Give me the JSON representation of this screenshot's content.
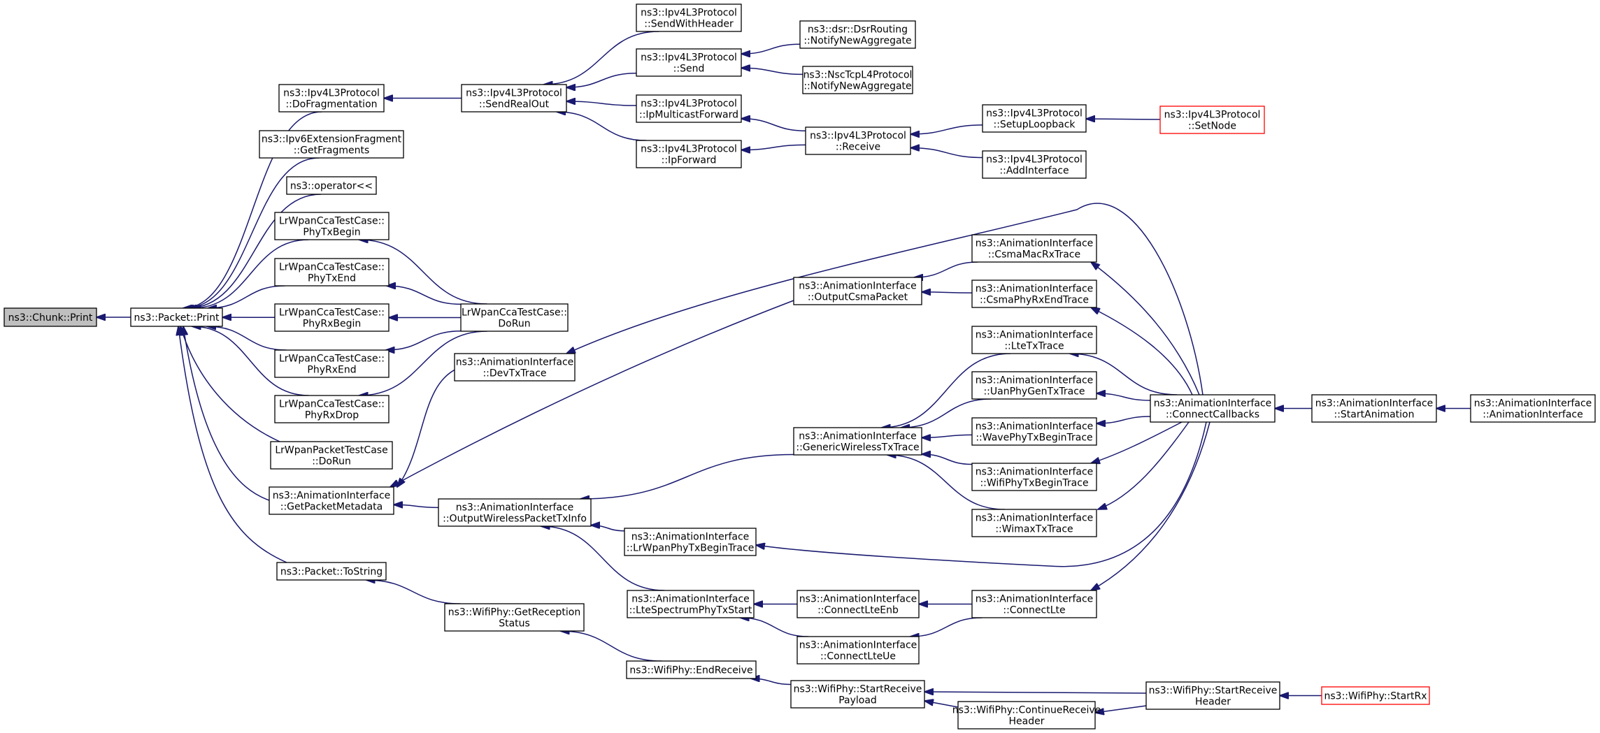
{
  "colors": {
    "edge": "#191970",
    "node_border": "#000000",
    "root_fill": "#bfbfbf",
    "truncated_border": "#ff0000",
    "background": "#ffffff"
  },
  "nodes": [
    {
      "id": "chunk_print",
      "lines": [
        "ns3::Chunk::Print"
      ],
      "kind": "root"
    },
    {
      "id": "packet_print",
      "lines": [
        "ns3::Packet::Print"
      ]
    },
    {
      "id": "ipv4_dofrag",
      "lines": [
        "ns3::Ipv4L3Protocol",
        "::DoFragmentation"
      ]
    },
    {
      "id": "ipv6_getfrag",
      "lines": [
        "ns3::Ipv6ExtensionFragment",
        "::GetFragments"
      ]
    },
    {
      "id": "op_shift",
      "lines": [
        "ns3::operator<<"
      ]
    },
    {
      "id": "lrcca_phytxbegin",
      "lines": [
        "LrWpanCcaTestCase::",
        "PhyTxBegin"
      ]
    },
    {
      "id": "lrcca_phytxend",
      "lines": [
        "LrWpanCcaTestCase::",
        "PhyTxEnd"
      ]
    },
    {
      "id": "lrcca_phyrxbegin",
      "lines": [
        "LrWpanCcaTestCase::",
        "PhyRxBegin"
      ]
    },
    {
      "id": "lrcca_phyrxend",
      "lines": [
        "LrWpanCcaTestCase::",
        "PhyRxEnd"
      ]
    },
    {
      "id": "lrcca_phyrxdrop",
      "lines": [
        "LrWpanCcaTestCase::",
        "PhyRxDrop"
      ]
    },
    {
      "id": "lrpkt_dorun",
      "lines": [
        "LrWpanPacketTestCase",
        "::DoRun"
      ]
    },
    {
      "id": "anim_getpktmeta",
      "lines": [
        "ns3::AnimationInterface",
        "::GetPacketMetadata"
      ]
    },
    {
      "id": "packet_tostring",
      "lines": [
        "ns3::Packet::ToString"
      ]
    },
    {
      "id": "ipv4_sendrealout",
      "lines": [
        "ns3::Ipv4L3Protocol",
        "::SendRealOut"
      ]
    },
    {
      "id": "lrcca_dorun",
      "lines": [
        "LrWpanCcaTestCase::",
        "DoRun"
      ]
    },
    {
      "id": "anim_devtxtrace",
      "lines": [
        "ns3::AnimationInterface",
        "::DevTxTrace"
      ]
    },
    {
      "id": "anim_outwirelesstx",
      "lines": [
        "ns3::AnimationInterface",
        "::OutputWirelessPacketTxInfo"
      ]
    },
    {
      "id": "wifi_getrecstatus",
      "lines": [
        "ns3::WifiPhy::GetReception",
        "Status"
      ]
    },
    {
      "id": "ipv4_sendwithheader",
      "lines": [
        "ns3::Ipv4L3Protocol",
        "::SendWithHeader"
      ]
    },
    {
      "id": "ipv4_send",
      "lines": [
        "ns3::Ipv4L3Protocol",
        "::Send"
      ]
    },
    {
      "id": "ipv4_ipmcastfwd",
      "lines": [
        "ns3::Ipv4L3Protocol",
        "::IpMulticastForward"
      ]
    },
    {
      "id": "ipv4_ipforward",
      "lines": [
        "ns3::Ipv4L3Protocol",
        "::IpForward"
      ]
    },
    {
      "id": "anim_lrwpantx",
      "lines": [
        "ns3::AnimationInterface",
        "::LrWpanPhyTxBeginTrace"
      ]
    },
    {
      "id": "anim_ltespectx",
      "lines": [
        "ns3::AnimationInterface",
        "::LteSpectrumPhyTxStart"
      ]
    },
    {
      "id": "wifi_endreceive",
      "lines": [
        "ns3::WifiPhy::EndReceive"
      ]
    },
    {
      "id": "dsr_notifyagg",
      "lines": [
        "ns3::dsr::DsrRouting",
        "::NotifyNewAggregate"
      ]
    },
    {
      "id": "nsc_notifyagg",
      "lines": [
        "ns3::NscTcpL4Protocol",
        "::NotifyNewAggregate"
      ]
    },
    {
      "id": "ipv4_receive",
      "lines": [
        "ns3::Ipv4L3Protocol",
        "::Receive"
      ]
    },
    {
      "id": "anim_outcsma",
      "lines": [
        "ns3::AnimationInterface",
        "::OutputCsmaPacket"
      ]
    },
    {
      "id": "anim_genwirelesstx",
      "lines": [
        "ns3::AnimationInterface",
        "::GenericWirelessTxTrace"
      ]
    },
    {
      "id": "anim_connectlteenb",
      "lines": [
        "ns3::AnimationInterface",
        "::ConnectLteEnb"
      ]
    },
    {
      "id": "anim_connectlteue",
      "lines": [
        "ns3::AnimationInterface",
        "::ConnectLteUe"
      ]
    },
    {
      "id": "wifi_startrecpayload",
      "lines": [
        "ns3::WifiPhy::StartReceive",
        "Payload"
      ]
    },
    {
      "id": "wifi_contrecheader",
      "lines": [
        "ns3::WifiPhy::ContinueReceive",
        "Header"
      ]
    },
    {
      "id": "ipv4_setuploopback",
      "lines": [
        "ns3::Ipv4L3Protocol",
        "::SetupLoopback"
      ]
    },
    {
      "id": "ipv4_addinterface",
      "lines": [
        "ns3::Ipv4L3Protocol",
        "::AddInterface"
      ]
    },
    {
      "id": "anim_csmamacrx",
      "lines": [
        "ns3::AnimationInterface",
        "::CsmaMacRxTrace"
      ]
    },
    {
      "id": "anim_csmaphyrxend",
      "lines": [
        "ns3::AnimationInterface",
        "::CsmaPhyRxEndTrace"
      ]
    },
    {
      "id": "anim_ltetx",
      "lines": [
        "ns3::AnimationInterface",
        "::LteTxTrace"
      ]
    },
    {
      "id": "anim_uanphygentx",
      "lines": [
        "ns3::AnimationInterface",
        "::UanPhyGenTxTrace"
      ]
    },
    {
      "id": "anim_wavephytx",
      "lines": [
        "ns3::AnimationInterface",
        "::WavePhyTxBeginTrace"
      ]
    },
    {
      "id": "anim_wifiphytx",
      "lines": [
        "ns3::AnimationInterface",
        "::WifiPhyTxBeginTrace"
      ]
    },
    {
      "id": "anim_wimaxtx",
      "lines": [
        "ns3::AnimationInterface",
        "::WimaxTxTrace"
      ]
    },
    {
      "id": "anim_connectlte",
      "lines": [
        "ns3::AnimationInterface",
        "::ConnectLte"
      ]
    },
    {
      "id": "wifi_startrecheader",
      "lines": [
        "ns3::WifiPhy::StartReceive",
        "Header"
      ]
    },
    {
      "id": "ipv4_setnode",
      "lines": [
        "ns3::Ipv4L3Protocol",
        "::SetNode"
      ],
      "kind": "truncated"
    },
    {
      "id": "anim_connectcallbacks",
      "lines": [
        "ns3::AnimationInterface",
        "::ConnectCallbacks"
      ]
    },
    {
      "id": "wifi_startrx",
      "lines": [
        "ns3::WifiPhy::StartRx"
      ],
      "kind": "truncated"
    },
    {
      "id": "anim_startanimation",
      "lines": [
        "ns3::AnimationInterface",
        "::StartAnimation"
      ]
    },
    {
      "id": "anim_ctor",
      "lines": [
        "ns3::AnimationInterface",
        "::AnimationInterface"
      ]
    }
  ],
  "edges": [
    [
      "packet_print",
      "chunk_print"
    ],
    [
      "ipv4_dofrag",
      "packet_print"
    ],
    [
      "ipv6_getfrag",
      "packet_print"
    ],
    [
      "op_shift",
      "packet_print"
    ],
    [
      "lrcca_phytxbegin",
      "packet_print"
    ],
    [
      "lrcca_phytxend",
      "packet_print"
    ],
    [
      "lrcca_phyrxbegin",
      "packet_print"
    ],
    [
      "lrcca_phyrxend",
      "packet_print"
    ],
    [
      "lrcca_phyrxdrop",
      "packet_print"
    ],
    [
      "lrpkt_dorun",
      "packet_print"
    ],
    [
      "anim_getpktmeta",
      "packet_print"
    ],
    [
      "packet_tostring",
      "packet_print"
    ],
    [
      "ipv4_sendrealout",
      "ipv4_dofrag"
    ],
    [
      "lrcca_dorun",
      "lrcca_phytxbegin"
    ],
    [
      "lrcca_dorun",
      "lrcca_phytxend"
    ],
    [
      "lrcca_dorun",
      "lrcca_phyrxbegin"
    ],
    [
      "lrcca_dorun",
      "lrcca_phyrxend"
    ],
    [
      "lrcca_dorun",
      "lrcca_phyrxdrop"
    ],
    [
      "anim_devtxtrace",
      "anim_getpktmeta"
    ],
    [
      "anim_outcsma",
      "anim_getpktmeta"
    ],
    [
      "anim_outwirelesstx",
      "anim_getpktmeta"
    ],
    [
      "wifi_getrecstatus",
      "packet_tostring"
    ],
    [
      "ipv4_sendwithheader",
      "ipv4_sendrealout"
    ],
    [
      "ipv4_send",
      "ipv4_sendrealout"
    ],
    [
      "ipv4_ipmcastfwd",
      "ipv4_sendrealout"
    ],
    [
      "ipv4_ipforward",
      "ipv4_sendrealout"
    ],
    [
      "anim_connectcallbacks",
      "anim_devtxtrace"
    ],
    [
      "anim_genwirelesstx",
      "anim_outwirelesstx"
    ],
    [
      "anim_lrwpantx",
      "anim_outwirelesstx"
    ],
    [
      "anim_ltespectx",
      "anim_outwirelesstx"
    ],
    [
      "wifi_endreceive",
      "wifi_getrecstatus"
    ],
    [
      "dsr_notifyagg",
      "ipv4_send"
    ],
    [
      "nsc_notifyagg",
      "ipv4_send"
    ],
    [
      "ipv4_receive",
      "ipv4_ipmcastfwd"
    ],
    [
      "ipv4_receive",
      "ipv4_ipforward"
    ],
    [
      "anim_connectcallbacks",
      "anim_lrwpantx"
    ],
    [
      "anim_connectlteenb",
      "anim_ltespectx"
    ],
    [
      "anim_connectlteue",
      "anim_ltespectx"
    ],
    [
      "wifi_startrecpayload",
      "wifi_endreceive"
    ],
    [
      "ipv4_setuploopback",
      "ipv4_receive"
    ],
    [
      "ipv4_addinterface",
      "ipv4_receive"
    ],
    [
      "anim_csmamacrx",
      "anim_outcsma"
    ],
    [
      "anim_csmaphyrxend",
      "anim_outcsma"
    ],
    [
      "anim_ltetx",
      "anim_genwirelesstx"
    ],
    [
      "anim_uanphygentx",
      "anim_genwirelesstx"
    ],
    [
      "anim_wavephytx",
      "anim_genwirelesstx"
    ],
    [
      "anim_wifiphytx",
      "anim_genwirelesstx"
    ],
    [
      "anim_wimaxtx",
      "anim_genwirelesstx"
    ],
    [
      "anim_connectlte",
      "anim_connectlteenb"
    ],
    [
      "anim_connectlte",
      "anim_connectlteue"
    ],
    [
      "wifi_startrecheader",
      "wifi_startrecpayload"
    ],
    [
      "wifi_contrecheader",
      "wifi_startrecpayload"
    ],
    [
      "ipv4_setnode",
      "ipv4_setuploopback"
    ],
    [
      "anim_connectcallbacks",
      "anim_csmamacrx"
    ],
    [
      "anim_connectcallbacks",
      "anim_csmaphyrxend"
    ],
    [
      "anim_connectcallbacks",
      "anim_ltetx"
    ],
    [
      "anim_connectcallbacks",
      "anim_uanphygentx"
    ],
    [
      "anim_connectcallbacks",
      "anim_wavephytx"
    ],
    [
      "anim_connectcallbacks",
      "anim_wifiphytx"
    ],
    [
      "anim_connectcallbacks",
      "anim_wimaxtx"
    ],
    [
      "anim_connectcallbacks",
      "anim_connectlte"
    ],
    [
      "wifi_startrecheader",
      "wifi_contrecheader"
    ],
    [
      "wifi_startrx",
      "wifi_startrecheader"
    ],
    [
      "anim_startanimation",
      "anim_connectcallbacks"
    ],
    [
      "anim_ctor",
      "anim_startanimation"
    ]
  ]
}
